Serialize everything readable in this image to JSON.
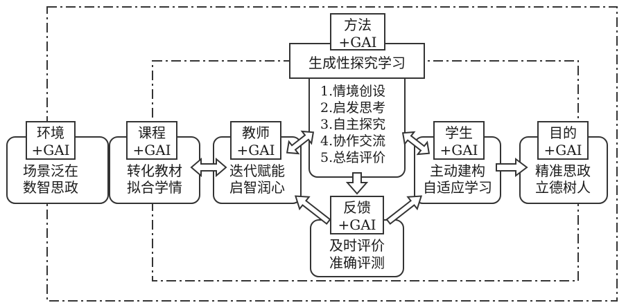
{
  "colors": {
    "line": "#333333",
    "background": "#ffffff",
    "text": "#1a1a1a"
  },
  "nodes": {
    "environment": {
      "tag": "环境",
      "sub": "+GAI",
      "lines": [
        "场景泛在",
        "数智思政"
      ]
    },
    "curriculum": {
      "tag": "课程",
      "sub": "+GAI",
      "lines": [
        "转化教材",
        "拟合学情"
      ]
    },
    "teacher": {
      "tag": "教师",
      "sub": "+GAI",
      "lines": [
        "迭代赋能",
        "启智润心"
      ]
    },
    "method": {
      "tag": "方法",
      "sub": "+GAI",
      "title": "生成性探究学习",
      "steps": [
        "1.情境创设",
        "2.启发思考",
        "3.自主探究",
        "4.协作交流",
        "5.总结评价"
      ]
    },
    "feedback": {
      "tag": "反馈",
      "sub": "+GAI",
      "lines": [
        "及时评价",
        "准确评测"
      ]
    },
    "student": {
      "tag": "学生",
      "sub": "+GAI",
      "lines": [
        "主动建构",
        "自适应学习"
      ]
    },
    "goal": {
      "tag": "目的",
      "sub": "+GAI",
      "lines": [
        "精准思政",
        "立德树人"
      ]
    }
  }
}
